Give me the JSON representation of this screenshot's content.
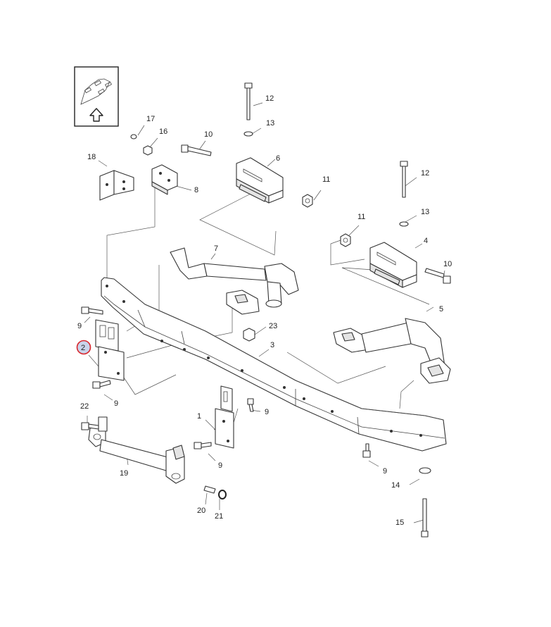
{
  "callouts": {
    "c1": "1",
    "c2": "2",
    "c3": "3",
    "c4": "4",
    "c5": "5",
    "c6": "6",
    "c7": "7",
    "c8": "8",
    "c9a": "9",
    "c9b": "9",
    "c9c": "9",
    "c9d": "9",
    "c9e": "9",
    "c10a": "10",
    "c10b": "10",
    "c11a": "11",
    "c11b": "11",
    "c12a": "12",
    "c12b": "12",
    "c13a": "13",
    "c13b": "13",
    "c14": "14",
    "c15": "15",
    "c16": "16",
    "c17": "17",
    "c18": "18",
    "c19": "19",
    "c20": "20",
    "c21": "21",
    "c22": "22",
    "c23": "23"
  },
  "highlight": {
    "part": "2",
    "ring_color": "#d9262c",
    "fill_color": "#c9d3ea"
  },
  "orientation_icon": "front-arrow-icon"
}
